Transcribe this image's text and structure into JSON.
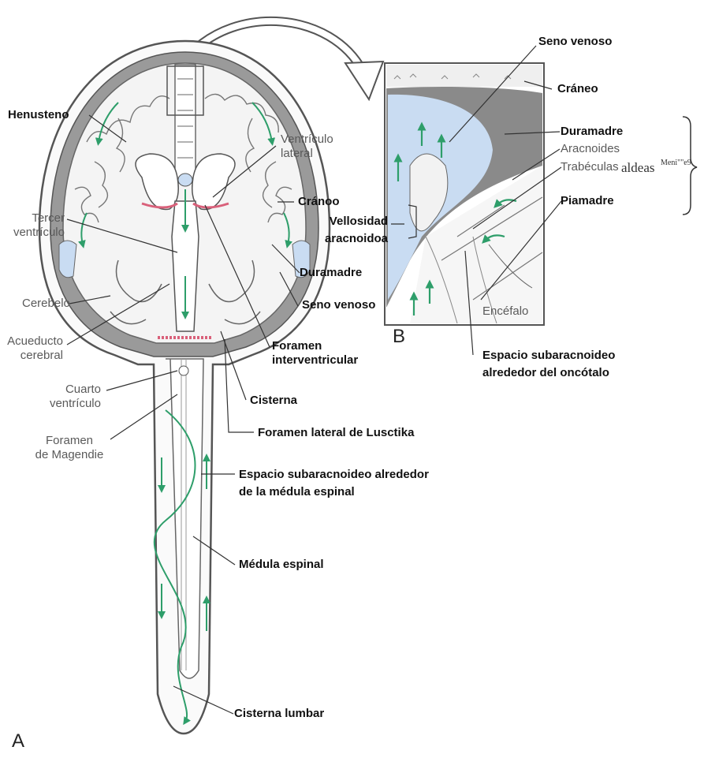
{
  "panels": {
    "a": "A",
    "b": "B"
  },
  "labels_a": {
    "henusteno": "Henusteno",
    "ventriculo_lateral": [
      "Ventrículo",
      "lateral"
    ],
    "cranoo": "Cránoo",
    "tercer_ventriculo": [
      "Tercer",
      "ventrículo"
    ],
    "duramadre": "Duramadre",
    "cerebelo": "Cerebelo",
    "seno_venoso": "Seno venoso",
    "acueducto": [
      "Acueducto",
      "cerebral"
    ],
    "foramen_interventricular": [
      "Foramen",
      "interventricular"
    ],
    "cuarto_ventriculo": [
      "Cuarto",
      "ventrículo"
    ],
    "cisterna": "Cisterna",
    "foramen_magendie": [
      "Foramen",
      "de Magendie"
    ],
    "foramen_lusctika": "Foramen lateral de Lusctika",
    "espacio_medula": [
      "Espacio subaracnoideo alrededor",
      "de la médula espinal"
    ],
    "medula_espinal": "Médula espinal",
    "cisterna_lumbar": "Cisterna lumbar"
  },
  "labels_b": {
    "seno_venoso": "Seno venoso",
    "craneo": "Cráneo",
    "duramadre": "Duramadre",
    "aracnoides": "Aracnoides",
    "trabeculas": "Trabéculas",
    "aldeas": "aldeas",
    "meni": "Meni\"\"e9",
    "piamadre": "Piamadre",
    "vellosidad": [
      "Vellosidad",
      "aracnoidoa"
    ],
    "encefalo": "Encéfalo",
    "espacio_encefalo": [
      "Espacio subaracnoideo",
      "alrededor del oncótalo"
    ]
  },
  "colors": {
    "csf_flow": "#2e9e6a",
    "venous_sinus": "#c9dcf2",
    "dura": "#8a8a8a",
    "choroid": "#d9607a",
    "outline": "#555555"
  }
}
